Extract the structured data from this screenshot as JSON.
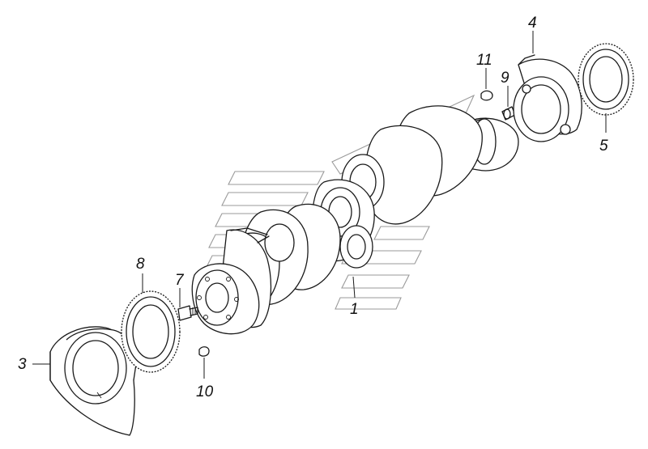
{
  "callouts": {
    "c1": "1",
    "c3": "3",
    "c4": "4",
    "c5": "5",
    "c7": "7",
    "c8": "8",
    "c9": "9",
    "c10": "10",
    "c11": "11"
  },
  "colors": {
    "ink": "#1a1a1a",
    "watermark": "#9a9a9a",
    "background": "#ffffff"
  }
}
